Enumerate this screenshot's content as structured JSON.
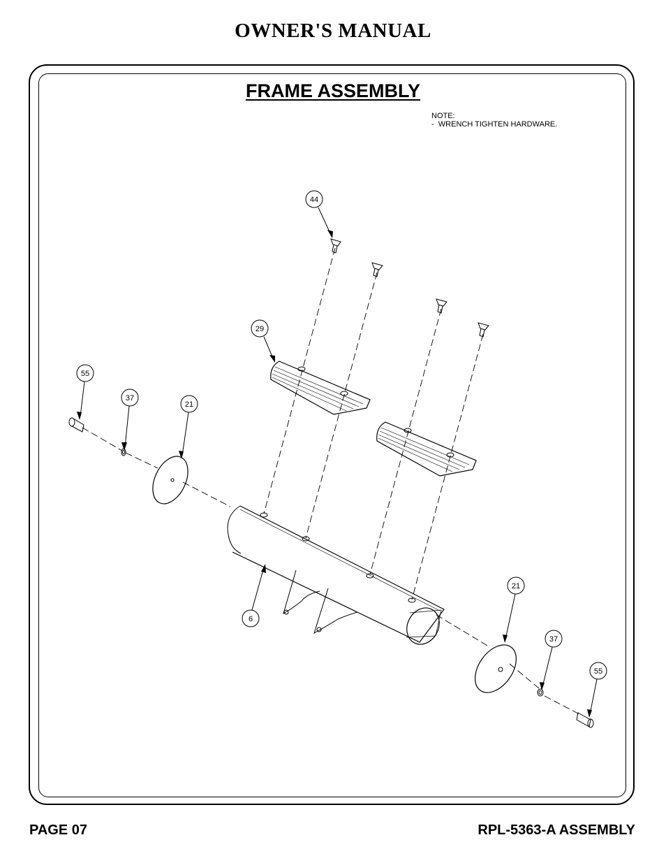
{
  "header": {
    "title": "OWNER'S MANUAL"
  },
  "section": {
    "title": "FRAME ASSEMBLY"
  },
  "note": {
    "text": "NOTE:\n-  WRENCH TIGHTEN HARDWARE."
  },
  "callouts": {
    "c44": "44",
    "c29": "29",
    "c55_left": "55",
    "c37_left": "37",
    "c21_left": "21",
    "c6": "6",
    "c21_right": "21",
    "c37_right": "37",
    "c55_right": "55"
  },
  "footer": {
    "page": "PAGE 07",
    "doc": "RPL-5363-A ASSEMBLY"
  }
}
